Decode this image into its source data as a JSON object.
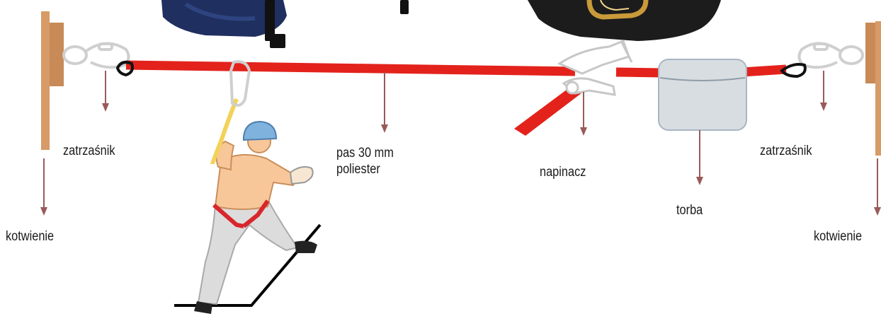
{
  "labels": {
    "anchor_left": "kotwienie",
    "anchor_right": "kotwienie",
    "carabiner_left": "zatrzaśnik",
    "carabiner_right": "zatrzaśnik",
    "webbing_line1": "pas 30 mm",
    "webbing_line2": "poliester",
    "tensioner": "napinacz",
    "bag": "torba"
  },
  "colors": {
    "webbing": "#e3221c",
    "anchor_post": "#d89a66",
    "arrow": "#9a5a5a",
    "bag": "#d8dde2",
    "bag_outline": "#a9b6c2",
    "lanyard": "#f3d25a",
    "helmet": "#7fb3de",
    "skin_top": "#f7c79a",
    "trousers": "#dcdcdc",
    "harness": "#d8262b",
    "product_bag_navy": "#1f2f5f",
    "product_bag_black": "#1c1c1c",
    "carabiner_gold": "#c99a3a"
  },
  "icons": [
    "anchor-post-icon",
    "carabiner-icon",
    "tensioner-icon",
    "bag-icon",
    "worker-icon",
    "pointer-arrow-icon"
  ]
}
